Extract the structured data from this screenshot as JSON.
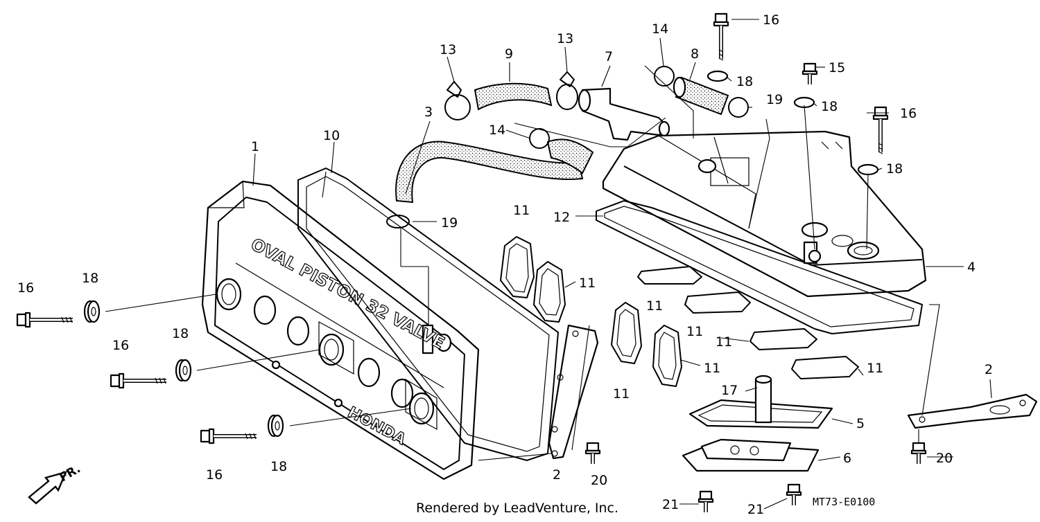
{
  "diagram": {
    "callouts": [
      "1",
      "2",
      "3",
      "4",
      "5",
      "6",
      "7",
      "8",
      "9",
      "10",
      "11",
      "12",
      "13",
      "14",
      "15",
      "16",
      "17",
      "18",
      "19",
      "20",
      "21"
    ],
    "emboss": {
      "line1": "OVAL PISTON 32 VALVE",
      "brand": "HONDA"
    },
    "front_label": "FR.",
    "footer": "Rendered by LeadVenture, Inc.",
    "code": "MT73-E0100"
  }
}
